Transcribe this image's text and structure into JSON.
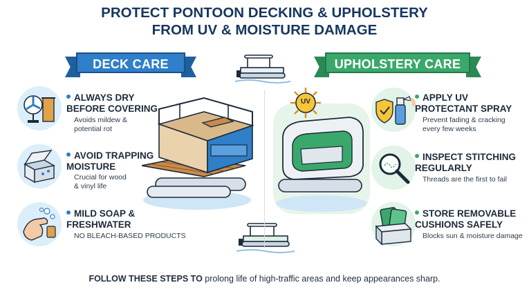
{
  "title": {
    "line1": "PROTECT PONTOON DECKING & UPHOLSTERY",
    "line2": "FROM UV & MOISTURE DAMAGE"
  },
  "deck": {
    "banner": "DECK CARE",
    "items": [
      {
        "head1": "ALWAYS DRY",
        "head2": "BEFORE COVERING",
        "sub1": "Avoids mildew &",
        "sub2": "potential rot"
      },
      {
        "head1": "AVOID TRAPPING",
        "head2": "MOISTURE",
        "sub1": "Crucial for wood",
        "sub2": "& vinyl life"
      },
      {
        "head1": "MILD SOAP &",
        "head2": "FRESHWATER",
        "sub1": "NO BLEACH-BASED PRODUCTS",
        "sub2": ""
      }
    ]
  },
  "upholstery": {
    "banner": "UPHOLSTERY CARE",
    "uv_label": "UV",
    "items": [
      {
        "head1": "APPLY UV",
        "head2": "PROTECTANT SPRAY",
        "sub1": "Prevent fading & cracking",
        "sub2": "every few weeks"
      },
      {
        "head1": "INSPECT STITCHING",
        "head2": "REGULARLY",
        "sub1": "Threads are the first to fail",
        "sub2": ""
      },
      {
        "head1": "STORE REMOVABLE",
        "head2": "CUSHIONS SAFELY",
        "sub1": "Blocks sun & moisture damage",
        "sub2": ""
      }
    ]
  },
  "footer": {
    "bold": "FOLLOW THESE STEPS TO",
    "rest": " prolong life of high-traffic areas and keep appearances sharp."
  },
  "colors": {
    "deck_blue": "#2f7fc9",
    "upholstery_green": "#3aa86a",
    "title_navy": "#16365e"
  }
}
